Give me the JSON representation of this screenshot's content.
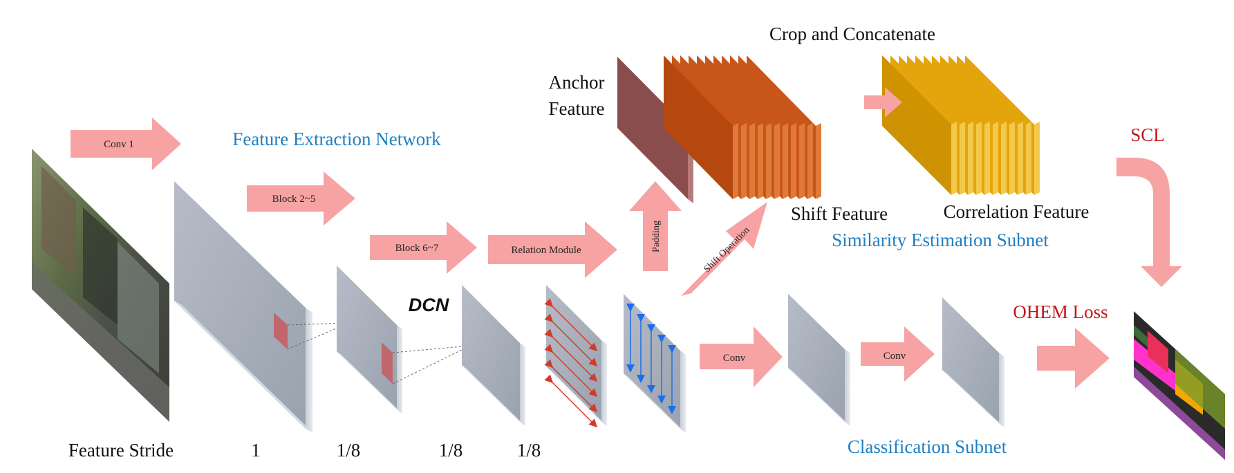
{
  "labels": {
    "crop_concat": "Crop and  Concatenate",
    "anchor_line1": "Anchor",
    "anchor_line2": "Feature",
    "feature_extraction": "Feature Extraction Network",
    "scl": "SCL",
    "shift_feature": "Shift Feature",
    "correlation_feature": "Correlation Feature",
    "similarity_subnet": "Similarity Estimation Subnet",
    "dcn": "DCN",
    "ohem_loss": "OHEM Loss",
    "classification_subnet": "Classification Subnet",
    "feature_stride": "Feature Stride"
  },
  "arrows": {
    "conv1": "Conv 1",
    "block25": "Block 2~5",
    "block67": "Block 6~7",
    "relation": "Relation Module",
    "padding": "Padding",
    "shift_op": "Shift Operation",
    "conv_a": "Conv",
    "conv_b": "Conv"
  },
  "strides": [
    "1",
    "1/8",
    "1/8",
    "1/8"
  ],
  "colors": {
    "arrow_fill": "#f7a3a3",
    "blue_text": "#1f7fc4",
    "red_text": "#c4161c",
    "gray_plane": "#a9b0bc",
    "anchor_plane": "#8a4d4d",
    "shift_planes": "#c8561a",
    "corr_planes": "#e4a50c",
    "relation_arrows_red": "#d23a2a",
    "relation_arrows_blue": "#1a6ef0"
  }
}
